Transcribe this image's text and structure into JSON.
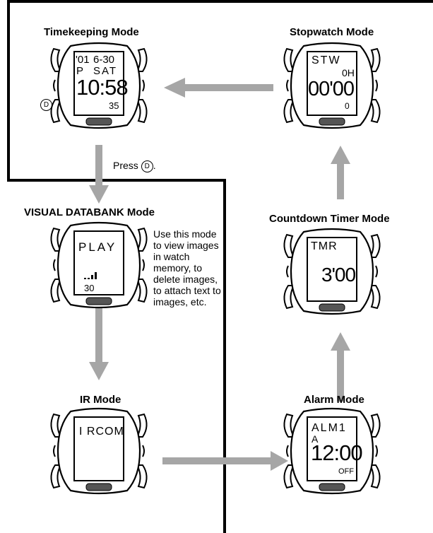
{
  "modes": {
    "timekeeping": {
      "title": "Timekeeping Mode",
      "display": {
        "year": "'01",
        "date": "6-30",
        "ampm": "P",
        "day": "SAT",
        "time": "10:58",
        "seconds": "35"
      },
      "button_label": "D"
    },
    "stopwatch": {
      "title": "Stopwatch Mode",
      "display": {
        "mode": "STW",
        "hours": "0H",
        "time": "00'00",
        "sub": "0"
      }
    },
    "visual_databank": {
      "title": "VISUAL DATABANK Mode",
      "display": {
        "mode": "PLAY",
        "count": "30"
      },
      "description": [
        "Use this mode",
        "to view images",
        "in watch",
        "memory, to",
        "delete images,",
        "to attach text to",
        "images, etc."
      ]
    },
    "countdown_timer": {
      "title": "Countdown Timer Mode",
      "display": {
        "mode": "TMR",
        "time": "3'00"
      }
    },
    "ir": {
      "title": "IR Mode",
      "display": {
        "mode": "I RCOM"
      }
    },
    "alarm": {
      "title": "Alarm Mode",
      "display": {
        "mode": "ALM1",
        "flag": "A",
        "time": "12:00",
        "status": "OFF"
      }
    }
  },
  "press_instruction": {
    "text": "Press",
    "button": "D",
    "suffix": "."
  },
  "colors": {
    "arrow": "#a6a6a6",
    "line": "#000000"
  }
}
